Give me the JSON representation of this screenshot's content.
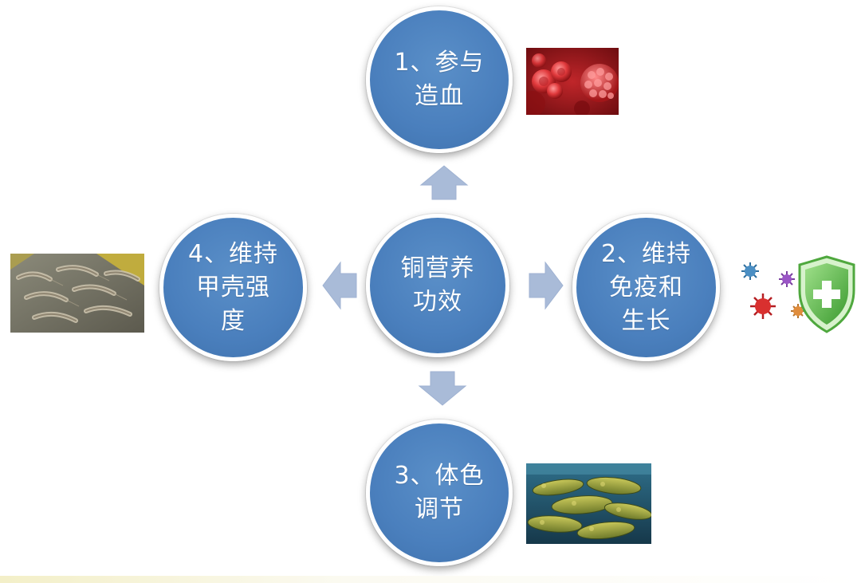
{
  "center": {
    "label": "铜营养\n功效"
  },
  "nodes": [
    {
      "id": "top",
      "label": "1、参与\n造血",
      "image": "red-blood-cells"
    },
    {
      "id": "right",
      "label": "2、维持\n免疫和\n生长",
      "image": "virus-shield"
    },
    {
      "id": "bottom",
      "label": "3、体色\n调节",
      "image": "catfish"
    },
    {
      "id": "left",
      "label": "4、维持\n甲壳强\n度",
      "image": "shrimp"
    }
  ],
  "colors": {
    "circle_fill": "#4a7fbd",
    "circle_border": "#ffffff",
    "arrow_fill": "#a9bbd8",
    "text": "#ffffff"
  }
}
